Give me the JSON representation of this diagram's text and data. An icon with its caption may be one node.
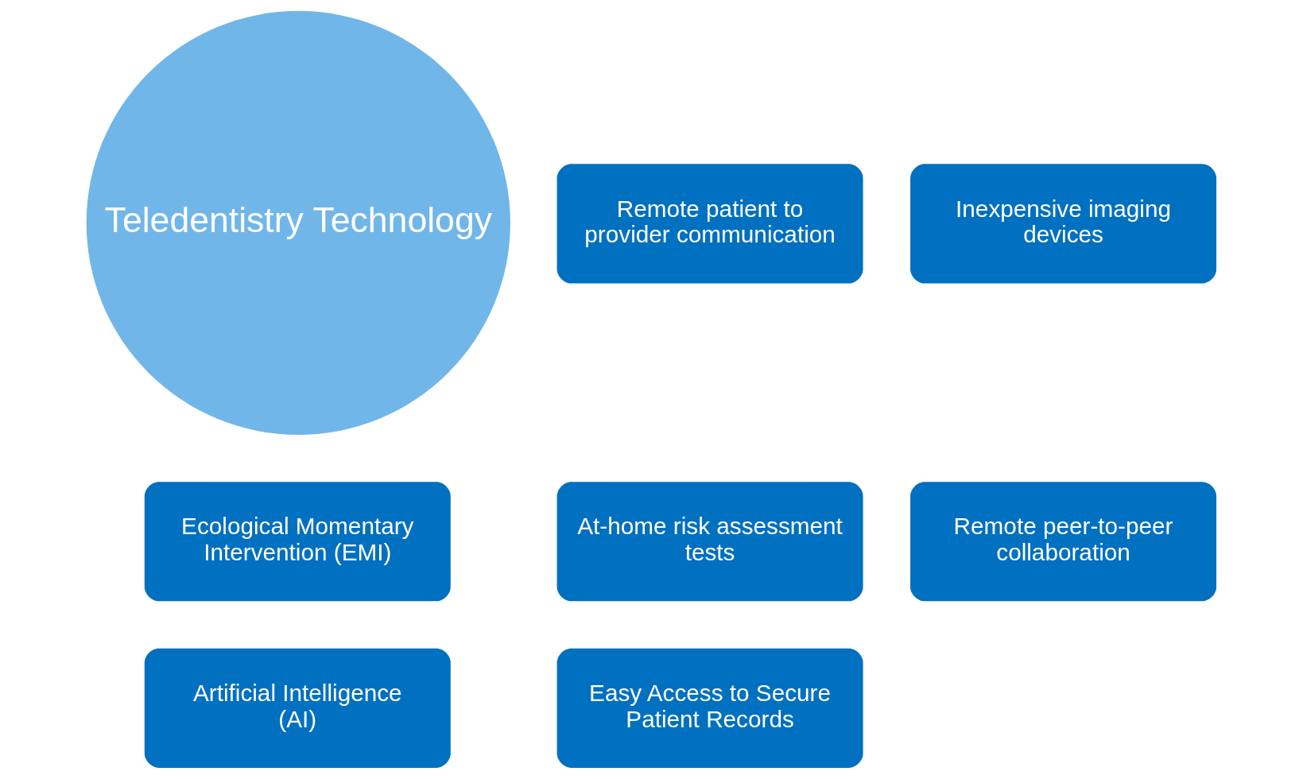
{
  "diagram": {
    "nodes": [
      {
        "text": [
          "Ecological Momentary Intervention (EMI)"
        ]
      },
      {
        "text": [
          "Artificial Intelligence (AI)"
        ]
      },
      {
        "text": [
          "Remote patient to provider communication"
        ]
      },
      {
        "text": [
          "Teledentistry Technology"
        ]
      },
      {
        "text": [
          "At-home risk assessment tests"
        ]
      },
      {
        "text": [
          "Easy Access to Secure Patient Records"
        ]
      },
      {
        "text": [
          "Inexpensive imaging devices"
        ]
      },
      {
        "text": [
          "Remote peer-to-peer collaboration"
        ]
      }
    ],
    "edges": []
  }
}
